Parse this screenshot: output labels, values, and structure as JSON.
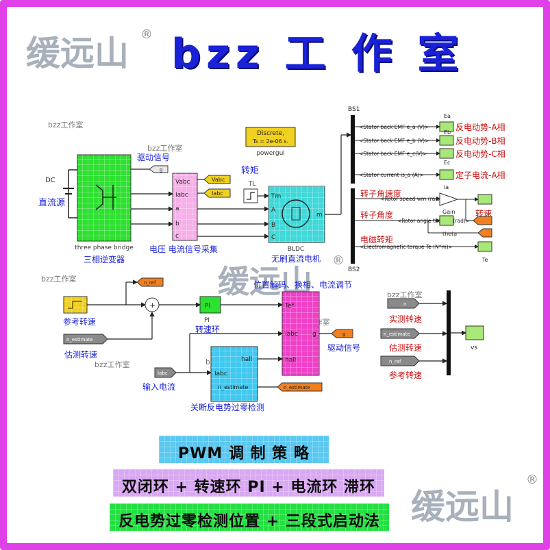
{
  "header": {
    "title": "bzz 工 作 室"
  },
  "logo": {
    "text": "缓远山",
    "reg": "®"
  },
  "watermark": "bzz工作室",
  "blocks": {
    "inverter": {
      "caption": "three phase bridge",
      "label": "三相逆变器"
    },
    "dc": {
      "tag": "DC",
      "label": "直流源"
    },
    "drive_top": {
      "label": "驱动信号",
      "tag": "g"
    },
    "sensor": {
      "ports": [
        "Vabc",
        "Iabc",
        "a",
        "b",
        "c"
      ],
      "label": "电压  电流信号采集",
      "vtag": "Vabc",
      "itag": "Iabc"
    },
    "powergui": {
      "line1": "Discrete,",
      "line2": "Ts = 2e-06 s.",
      "caption": "powergui"
    },
    "torque": {
      "label": "转矩",
      "tag": "TL"
    },
    "bldc": {
      "ports": [
        "Tm",
        "A",
        "B",
        "C"
      ],
      "caption": "BLDC",
      "label": "无刷直流电机",
      "m": "m"
    },
    "bus_top": {
      "label": "BS1"
    },
    "bus_bottom": {
      "label": "BS2"
    },
    "signals": [
      {
        "text": "<Stator back EMF e_a (V)>",
        "label": "反电动势-A相",
        "scope": "Ea"
      },
      {
        "text": "<Stator back EMF e_b (V)>",
        "label": "反电动势-B相",
        "scope": "Eb"
      },
      {
        "text": "<Stator back EMF e_c(V)>",
        "label": "反电动势-C相",
        "scope": "Ec"
      },
      {
        "text": "<Stator current is_a (A)>",
        "label": "定子电流-A相",
        "scope": "ia"
      },
      {
        "text": "<Rotor speed wm (rad/s)>",
        "label": "转子角速度",
        "scope": ""
      },
      {
        "text": "<Rotor angle thetam (rad)>",
        "label": "转子角度",
        "scope": "theta"
      },
      {
        "text": "<Electromagnetic torque Te (N*m)>",
        "label": "电磁转矩",
        "scope": "Te"
      }
    ],
    "gain": {
      "label": "Gain",
      "speed": "转速"
    },
    "ref": {
      "label": "参考转速",
      "tag": "n_ref"
    },
    "estimate": {
      "label": "估测转速",
      "tag": "n_estimate"
    },
    "pi": {
      "label": "PI",
      "caption": "转速环"
    },
    "ctrl": {
      "ports": [
        "Te*",
        "Iabc",
        "hall"
      ],
      "out": "g",
      "title": "位置解码、换相、电流调节",
      "label": "驱动信号",
      "tag": "g"
    },
    "input_current": {
      "label": "输入电流",
      "tag": "Iabc"
    },
    "zero": {
      "ports": [
        "hall",
        "Iabc",
        "n_estimate"
      ],
      "label": "关断反电势过零检测",
      "tag": "n_estimate"
    },
    "scope_group": {
      "items": [
        {
          "tag": "n",
          "label": "实测转速"
        },
        {
          "tag": "n_estimate",
          "label": "估测转速"
        },
        {
          "tag": "n_ref",
          "label": "参考转速"
        }
      ],
      "scope": "vs"
    }
  },
  "banners": [
    {
      "text": "PWM 调 制 策 略",
      "color": "#5ac8f0"
    },
    {
      "text": "双闭环 + 转速环  PI + 电流环 滞环",
      "color": "#d9a8f2"
    },
    {
      "text": "反电势过零检测位置 + 三段式启动法",
      "color": "#22e040"
    }
  ]
}
